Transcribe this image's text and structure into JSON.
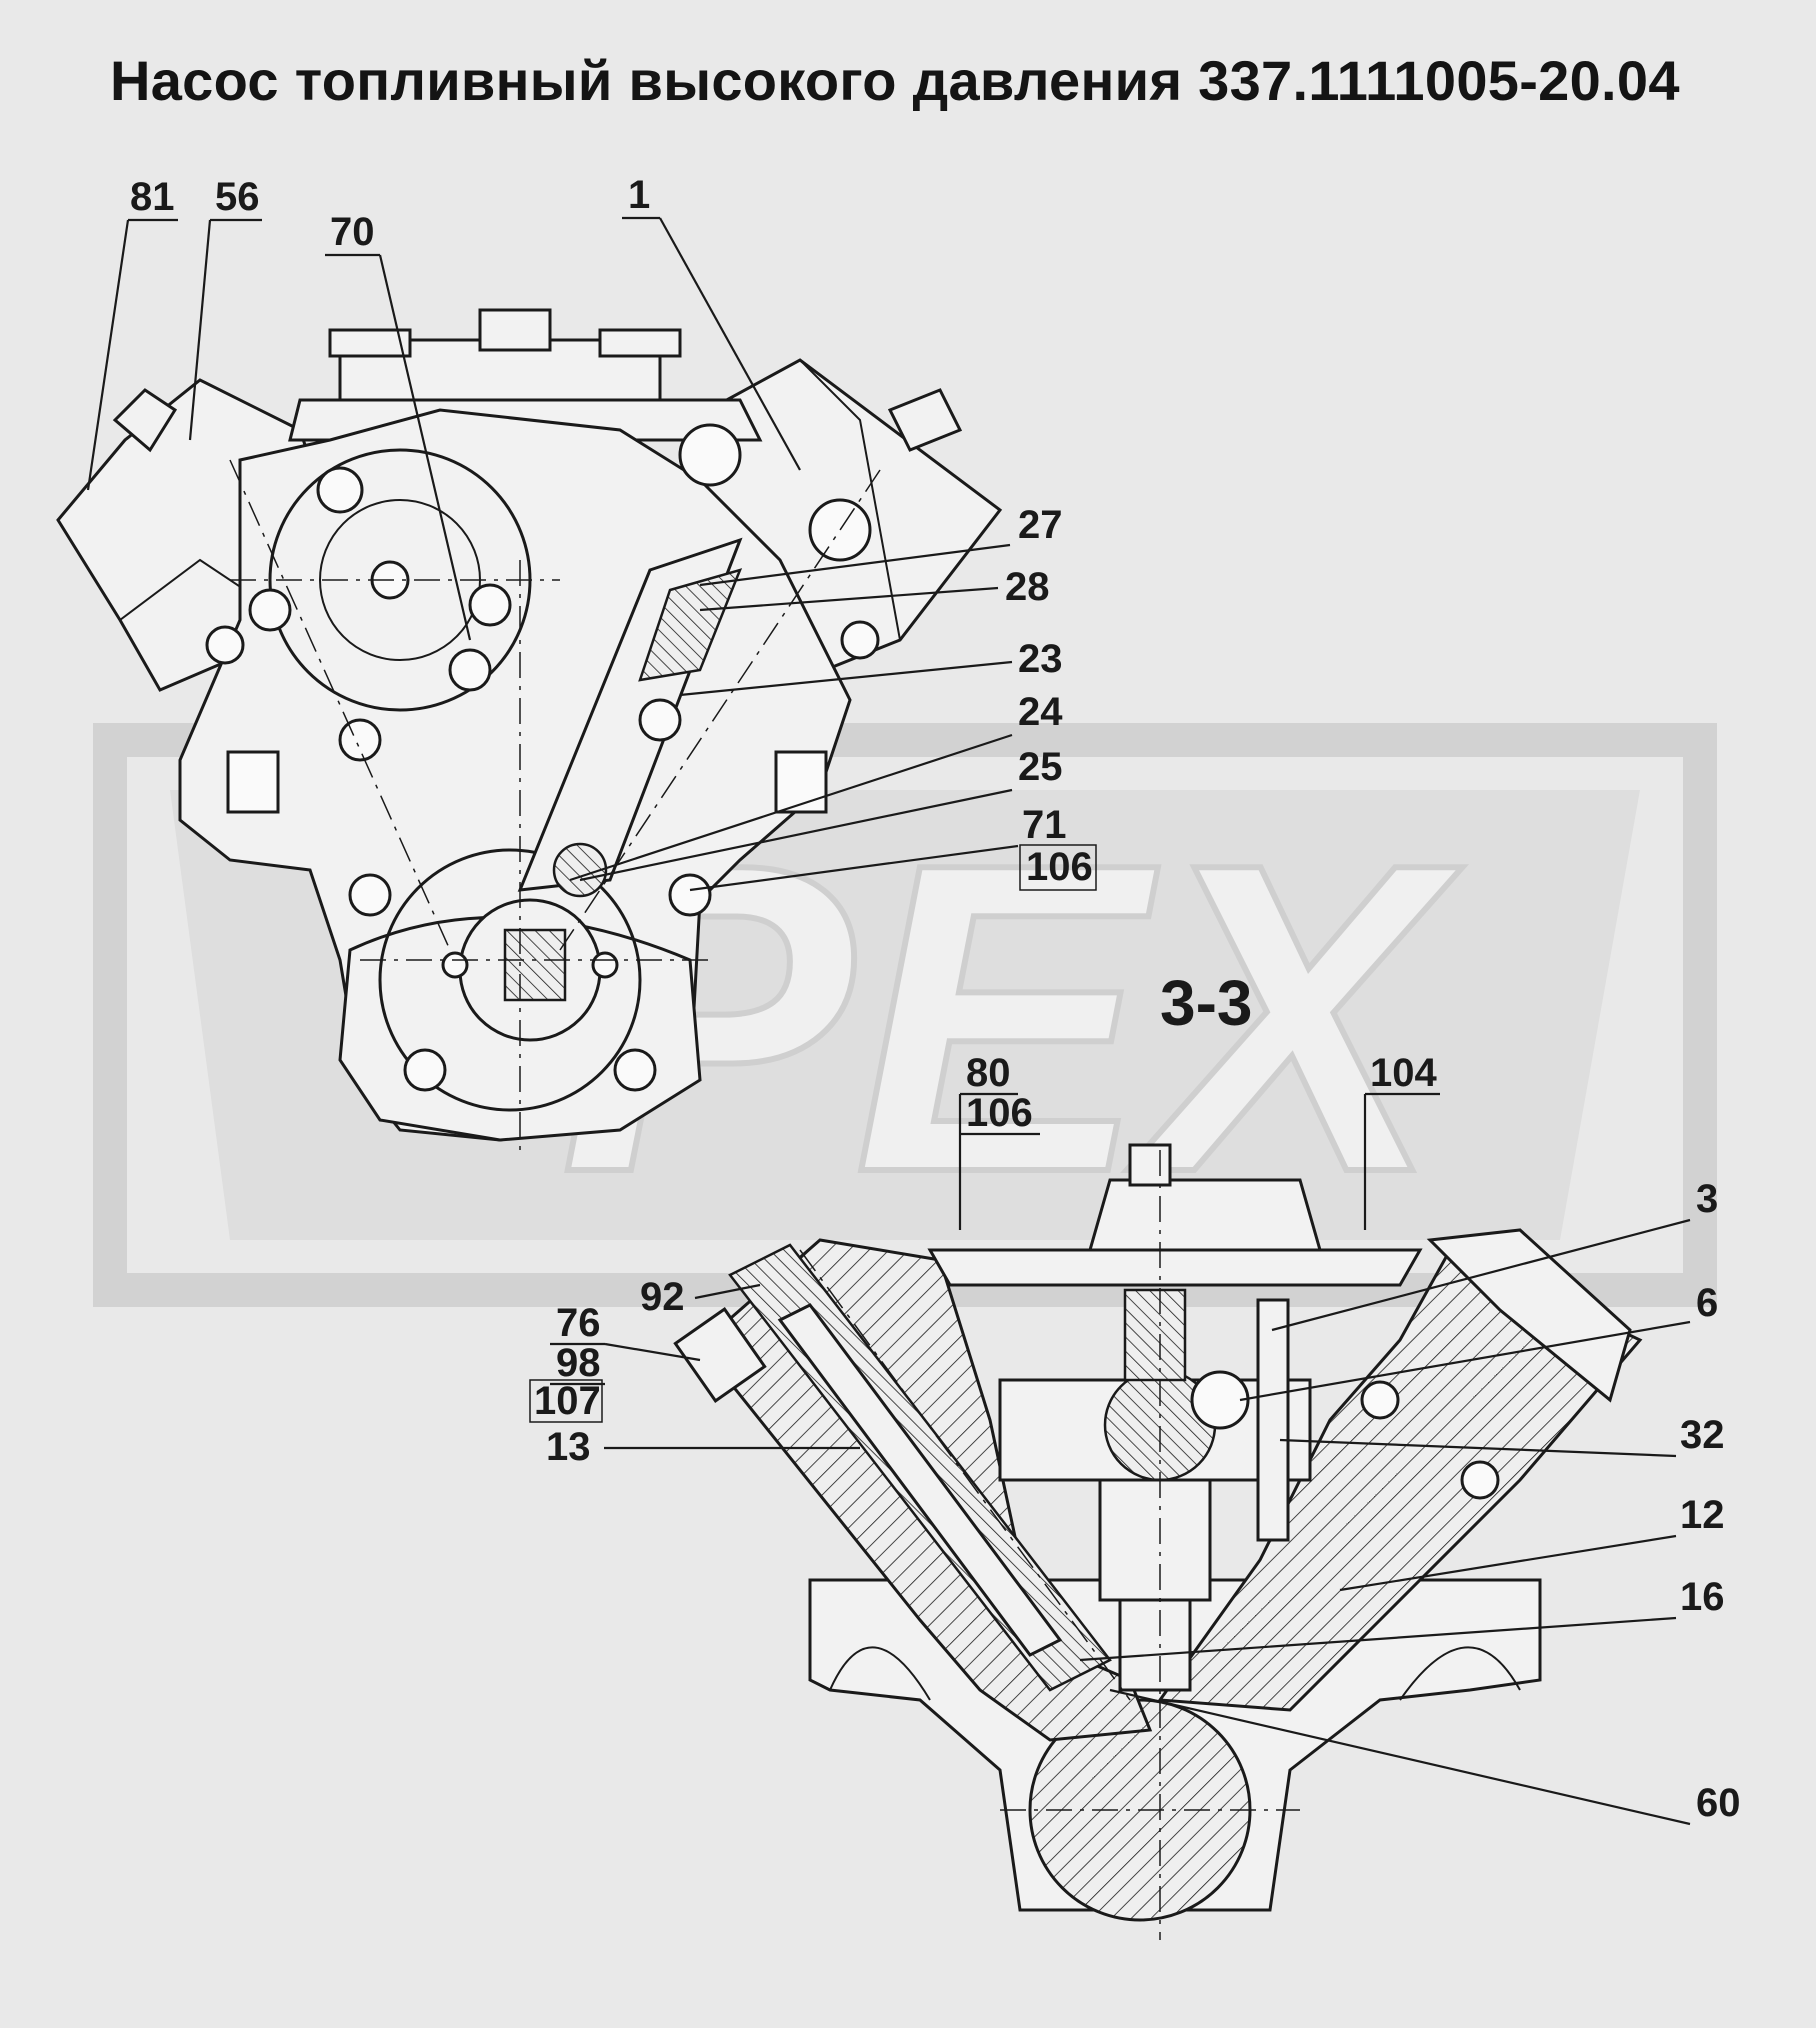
{
  "title": "Насос топливный высокого давления 337.1111005-20.04",
  "watermark": {
    "text": "PEX",
    "color": "#cfcfcf"
  },
  "section_label": "3-3",
  "colors": {
    "background": "#e9e9e9",
    "ink": "#1a1a1a",
    "body_fill": "#f2f2f2"
  },
  "callouts_top": [
    {
      "id": "81"
    },
    {
      "id": "56"
    },
    {
      "id": "70"
    },
    {
      "id": "1"
    },
    {
      "id": "27"
    },
    {
      "id": "28"
    },
    {
      "id": "23"
    },
    {
      "id": "24"
    },
    {
      "id": "25"
    },
    {
      "id": "71"
    },
    {
      "id": "106"
    }
  ],
  "callouts_bottom": [
    {
      "id": "80"
    },
    {
      "id": "106"
    },
    {
      "id": "104"
    },
    {
      "id": "3"
    },
    {
      "id": "6"
    },
    {
      "id": "32"
    },
    {
      "id": "12"
    },
    {
      "id": "16"
    },
    {
      "id": "60"
    },
    {
      "id": "92"
    },
    {
      "id": "76"
    },
    {
      "id": "98"
    },
    {
      "id": "107"
    },
    {
      "id": "13"
    }
  ]
}
